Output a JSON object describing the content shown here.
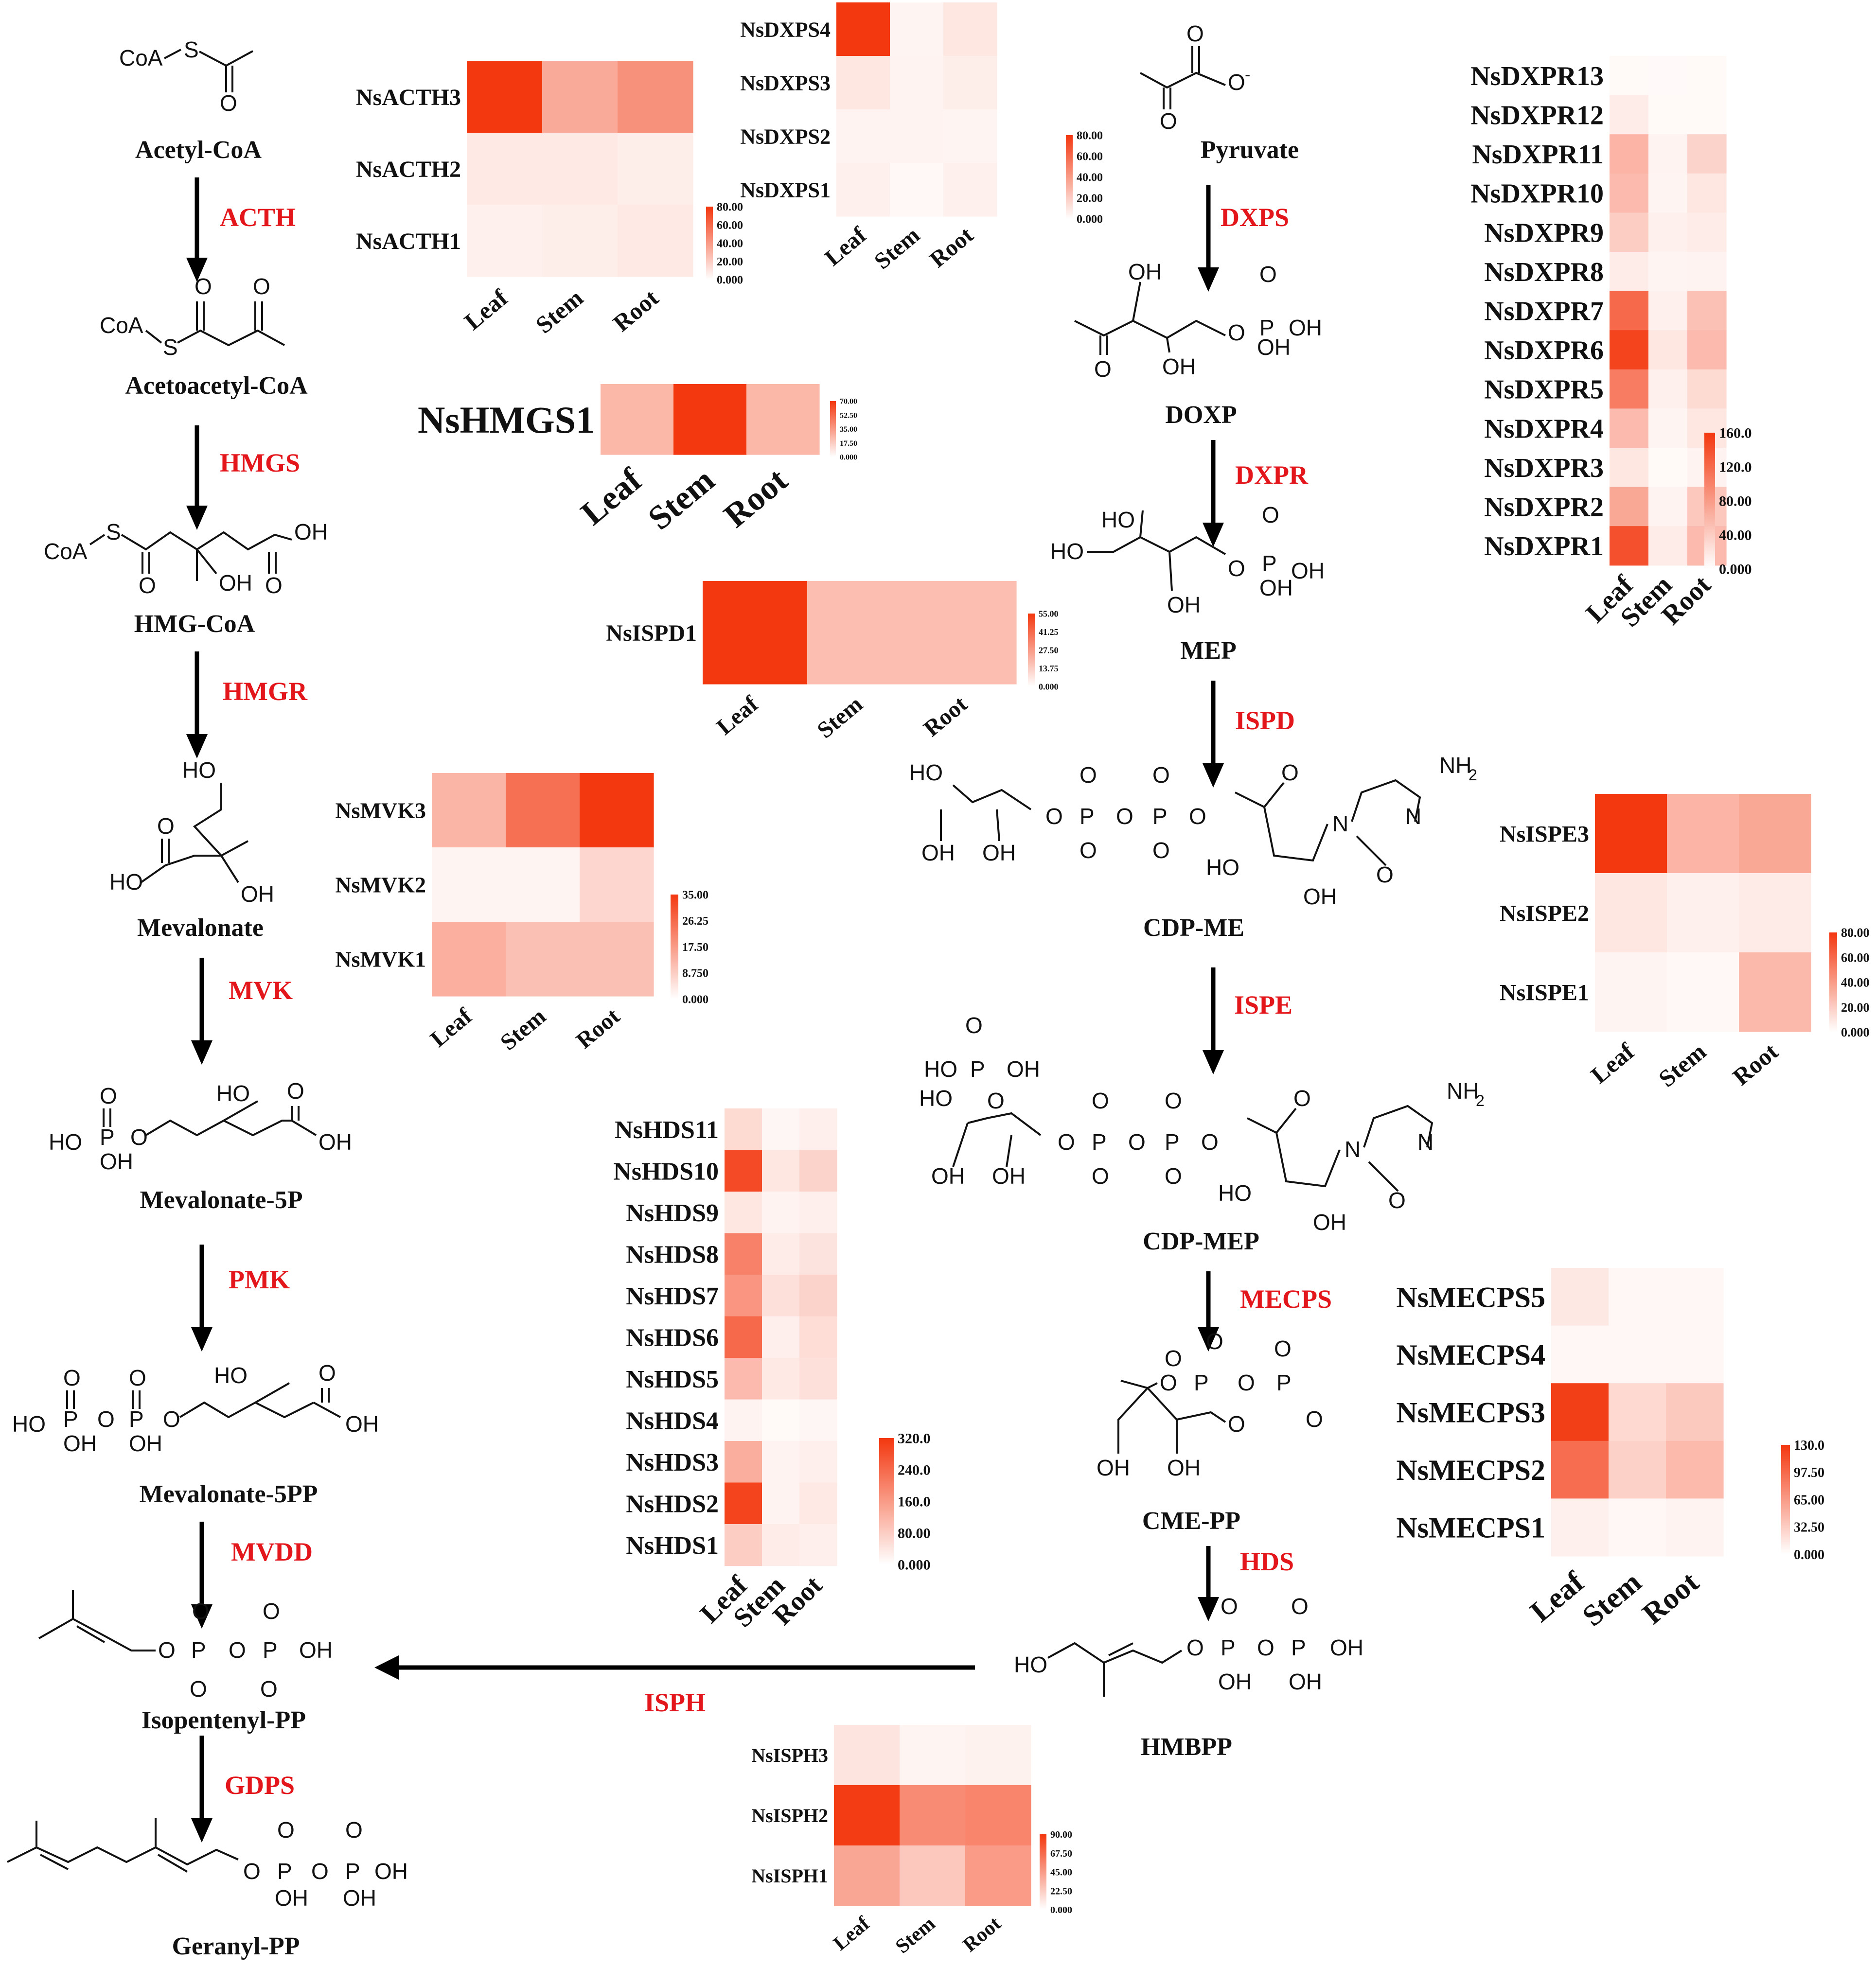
{
  "colors": {
    "low": "#ffffff",
    "high": "#f3370f",
    "arrow": "#000000",
    "enzyme": "#e3171b"
  },
  "compounds": {
    "acetyl_coa": "Acetyl-CoA",
    "acetoacetyl_coa": "Acetoacetyl-CoA",
    "hmg_coa": "HMG-CoA",
    "mevalonate": "Mevalonate",
    "mevalonate_5p": "Mevalonate-5P",
    "mevalonate_5pp": "Mevalonate-5PP",
    "isopentenyl_pp": "Isopentenyl-PP",
    "geranyl_pp": "Geranyl-PP",
    "pyruvate": "Pyruvate",
    "doxp": "DOXP",
    "mep": "MEP",
    "cdp_me": "CDP-ME",
    "cdp_mep": "CDP-MEP",
    "cme_pp": "CME-PP",
    "hmbpp": "HMBPP"
  },
  "enzymes": {
    "acth": "ACTH",
    "hmgs": "HMGS",
    "hmgr": "HMGR",
    "mvk": "MVK",
    "pmk": "PMK",
    "mvdd": "MVDD",
    "gdps": "GDPS",
    "dxps": "DXPS",
    "dxpr": "DXPR",
    "ispd": "ISPD",
    "ispe": "ISPE",
    "mecps": "MECPS",
    "hds": "HDS",
    "isph": "ISPH"
  },
  "chem_labels": {
    "coa": "CoA",
    "s": "S",
    "o": "O",
    "oh": "OH",
    "ho": "HO",
    "p": "P",
    "n": "N",
    "nh2": "NH",
    "nh2_sub": "2",
    "o_minus": "O",
    "minus": "-"
  },
  "chart_data": [
    {
      "type": "heatmap",
      "rows": [
        "NsACTH3",
        "NsACTH2",
        "NsACTH1"
      ],
      "columns": [
        "Leaf",
        "Stem",
        "Root"
      ],
      "values": [
        [
          80,
          34,
          44
        ],
        [
          9,
          9,
          7
        ],
        [
          6,
          7,
          9
        ]
      ],
      "scale_min": 0,
      "scale_max": 80,
      "scale_ticks": [
        "80.00",
        "60.00",
        "40.00",
        "20.00",
        "0.000"
      ]
    },
    {
      "type": "heatmap",
      "rows": [
        "NsDXPS4",
        "NsDXPS3",
        "NsDXPS2",
        "NsDXPS1"
      ],
      "columns": [
        "Leaf",
        "Stem",
        "Root"
      ],
      "values": [
        [
          80,
          4,
          10
        ],
        [
          10,
          5,
          7
        ],
        [
          5,
          5,
          4
        ],
        [
          6,
          3,
          6
        ]
      ],
      "scale_min": 0,
      "scale_max": 80,
      "scale_ticks": [
        "80.00",
        "60.00",
        "40.00",
        "20.00",
        "0.000"
      ]
    },
    {
      "type": "heatmap",
      "rows": [
        "NsDXPR13",
        "NsDXPR12",
        "NsDXPR11",
        "NsDXPR10",
        "NsDXPR9",
        "NsDXPR8",
        "NsDXPR7",
        "NsDXPR6",
        "NsDXPR5",
        "NsDXPR4",
        "NsDXPR3",
        "NsDXPR2",
        "NsDXPR1"
      ],
      "columns": [
        "Leaf",
        "Stem",
        "Root"
      ],
      "values": [
        [
          5,
          4,
          5
        ],
        [
          15,
          5,
          5
        ],
        [
          60,
          10,
          35
        ],
        [
          55,
          8,
          20
        ],
        [
          40,
          12,
          15
        ],
        [
          15,
          8,
          10
        ],
        [
          120,
          12,
          50
        ],
        [
          150,
          20,
          55
        ],
        [
          105,
          12,
          30
        ],
        [
          55,
          8,
          20
        ],
        [
          20,
          5,
          10
        ],
        [
          70,
          10,
          45
        ],
        [
          140,
          15,
          55
        ]
      ],
      "scale_min": 0,
      "scale_max": 160,
      "scale_ticks": [
        "160.0",
        "120.0",
        "80.00",
        "40.00",
        "0.000"
      ]
    },
    {
      "type": "heatmap",
      "rows": [
        "NsHMGS1"
      ],
      "columns": [
        "Leaf",
        "Stem",
        "Root"
      ],
      "values": [
        [
          25,
          70,
          25
        ]
      ],
      "scale_min": 0,
      "scale_max": 70,
      "scale_ticks": [
        "70.00",
        "52.50",
        "35.00",
        "17.50",
        "0.000"
      ]
    },
    {
      "type": "heatmap",
      "rows": [
        "NsISPD1"
      ],
      "columns": [
        "Leaf",
        "Stem",
        "Root"
      ],
      "values": [
        [
          55,
          18,
          18
        ]
      ],
      "scale_min": 0,
      "scale_max": 55,
      "scale_ticks": [
        "55.00",
        "41.25",
        "27.50",
        "13.75",
        "0.000"
      ]
    },
    {
      "type": "heatmap",
      "rows": [
        "NsMVK3",
        "NsMVK2",
        "NsMVK1"
      ],
      "columns": [
        "Leaf",
        "Stem",
        "Root"
      ],
      "values": [
        [
          13,
          25,
          35
        ],
        [
          2,
          2,
          7
        ],
        [
          14,
          11,
          11
        ]
      ],
      "scale_min": 0,
      "scale_max": 35,
      "scale_ticks": [
        "35.00",
        "26.25",
        "17.50",
        "8.750",
        "0.000"
      ]
    },
    {
      "type": "heatmap",
      "rows": [
        "NsISPE3",
        "NsISPE2",
        "NsISPE1"
      ],
      "columns": [
        "Leaf",
        "Stem",
        "Root"
      ],
      "values": [
        [
          80,
          30,
          35
        ],
        [
          10,
          6,
          8
        ],
        [
          4,
          3,
          28
        ]
      ],
      "scale_min": 0,
      "scale_max": 80,
      "scale_ticks": [
        "80.00",
        "60.00",
        "40.00",
        "20.00",
        "0.000"
      ]
    },
    {
      "type": "heatmap",
      "rows": [
        "NsHDS11",
        "NsHDS10",
        "NsHDS9",
        "NsHDS8",
        "NsHDS7",
        "NsHDS6",
        "NsHDS5",
        "NsHDS4",
        "NsHDS3",
        "NsHDS2",
        "NsHDS1"
      ],
      "columns": [
        "Leaf",
        "Stem",
        "Root"
      ],
      "values": [
        [
          60,
          15,
          25
        ],
        [
          290,
          40,
          70
        ],
        [
          40,
          20,
          25
        ],
        [
          200,
          30,
          45
        ],
        [
          170,
          50,
          70
        ],
        [
          240,
          25,
          55
        ],
        [
          110,
          35,
          50
        ],
        [
          20,
          10,
          15
        ],
        [
          130,
          20,
          25
        ],
        [
          300,
          20,
          35
        ],
        [
          80,
          30,
          25
        ]
      ],
      "scale_min": 0,
      "scale_max": 320,
      "scale_ticks": [
        "320.0",
        "240.0",
        "160.0",
        "80.00",
        "0.000"
      ]
    },
    {
      "type": "heatmap",
      "rows": [
        "NsMECPS5",
        "NsMECPS4",
        "NsMECPS3",
        "NsMECPS2",
        "NsMECPS1"
      ],
      "columns": [
        "Leaf",
        "Stem",
        "Root"
      ],
      "values": [
        [
          15,
          5,
          5
        ],
        [
          5,
          5,
          5
        ],
        [
          125,
          25,
          35
        ],
        [
          95,
          30,
          45
        ],
        [
          10,
          5,
          8
        ]
      ],
      "scale_min": 0,
      "scale_max": 130,
      "scale_ticks": [
        "130.0",
        "97.50",
        "65.00",
        "32.50",
        "0.000"
      ]
    },
    {
      "type": "heatmap",
      "rows": [
        "NsISPH3",
        "NsISPH2",
        "NsISPH1"
      ],
      "columns": [
        "Leaf",
        "Stem",
        "Root"
      ],
      "values": [
        [
          12,
          5,
          6
        ],
        [
          88,
          52,
          55
        ],
        [
          40,
          25,
          45
        ]
      ],
      "scale_min": 0,
      "scale_max": 90,
      "scale_ticks": [
        "90.00",
        "67.50",
        "45.00",
        "22.50",
        "0.000"
      ]
    }
  ]
}
